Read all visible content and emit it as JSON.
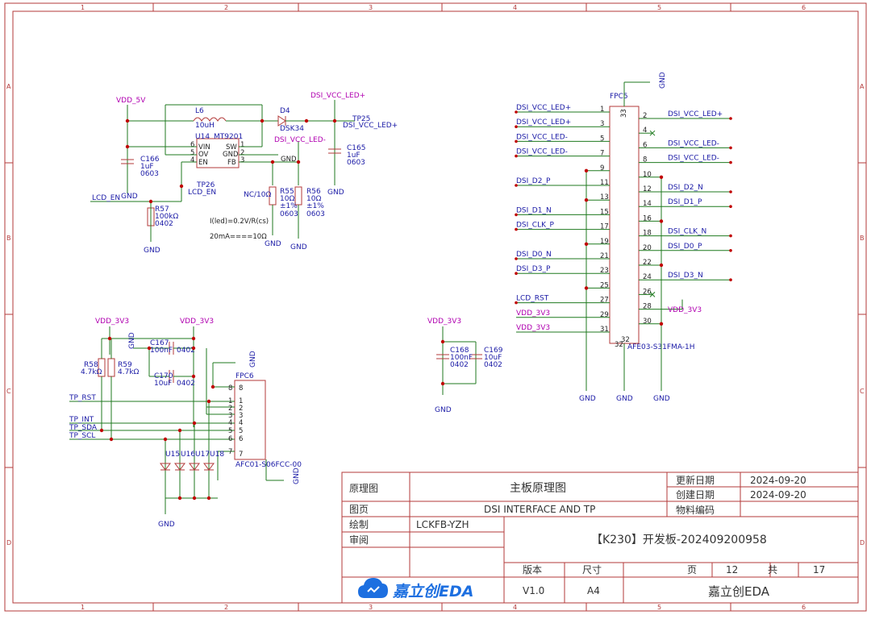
{
  "ruler": {
    "cols": [
      "1",
      "2",
      "3",
      "4",
      "5",
      "6"
    ],
    "rows": [
      "A",
      "B",
      "C",
      "D"
    ]
  },
  "power": {
    "vdd5v": "VDD_5V",
    "vdd3v3": "VDD_3V3",
    "gnd": "GND",
    "dsi_vcc_led_p": "DSI_VCC_LED+",
    "dsi_vcc_led_n": "DSI_VCC_LED-"
  },
  "led_driver": {
    "l6": "L6",
    "l6_val": "10uH",
    "d4": "D4",
    "d4_val": "DSK34",
    "u14": "U14",
    "u14_val": "MT9201",
    "pins": {
      "vin": "VIN",
      "ov": "OV",
      "en": "EN",
      "sw": "SW",
      "gnd": "GND",
      "fb": "FB",
      "p6": "6",
      "p5": "5",
      "p4": "4",
      "p1": "1",
      "p2": "2",
      "p3": "3"
    },
    "tp25": "TP25",
    "tp26": "TP26",
    "c166": "C166",
    "c166_v": "1uF",
    "c166_p": "0603",
    "c165": "C165",
    "c165_v": "1uF",
    "c165_p": "0603",
    "r57": "R57",
    "r57_v": "100kΩ",
    "r57_p": "0402",
    "r55": "R55",
    "r55_v": "10Ω",
    "r55_t": "±1%",
    "r55_p": "0603",
    "r55_nc": "NC/10Ω",
    "r56": "R56",
    "r56_v": "10Ω",
    "r56_t": "±1%",
    "r56_p": "0603",
    "lcd_en": "LCD_EN",
    "formula": "I(led)=0.2V/R(cs)",
    "formula2": "20mA====10Ω"
  },
  "fpc5": {
    "ref": "FPC5",
    "part": "AFE03-S31FMA-1H",
    "pin33": "33",
    "pin32": "32",
    "left": [
      {
        "pin": "1",
        "net": "DSI_VCC_LED+"
      },
      {
        "pin": "3",
        "net": "DSI_VCC_LED+"
      },
      {
        "pin": "5",
        "net": "DSI_VCC_LED-"
      },
      {
        "pin": "7",
        "net": "DSI_VCC_LED-"
      },
      {
        "pin": "9",
        "net": ""
      },
      {
        "pin": "11",
        "net": "DSI_D2_P"
      },
      {
        "pin": "13",
        "net": ""
      },
      {
        "pin": "15",
        "net": "DSI_D1_N"
      },
      {
        "pin": "17",
        "net": "DSI_CLK_P"
      },
      {
        "pin": "19",
        "net": ""
      },
      {
        "pin": "21",
        "net": "DSI_D0_N"
      },
      {
        "pin": "23",
        "net": "DSI_D3_P"
      },
      {
        "pin": "25",
        "net": ""
      },
      {
        "pin": "27",
        "net": "LCD_RST"
      },
      {
        "pin": "29",
        "net": "VDD_3V3"
      },
      {
        "pin": "31",
        "net": "VDD_3V3"
      }
    ],
    "right": [
      {
        "pin": "2",
        "net": "DSI_VCC_LED+"
      },
      {
        "pin": "4",
        "net": ""
      },
      {
        "pin": "6",
        "net": "DSI_VCC_LED-"
      },
      {
        "pin": "8",
        "net": "DSI_VCC_LED-"
      },
      {
        "pin": "10",
        "net": ""
      },
      {
        "pin": "12",
        "net": "DSI_D2_N"
      },
      {
        "pin": "14",
        "net": "DSI_D1_P"
      },
      {
        "pin": "16",
        "net": ""
      },
      {
        "pin": "18",
        "net": "DSI_CLK_N"
      },
      {
        "pin": "20",
        "net": "DSI_D0_P"
      },
      {
        "pin": "22",
        "net": ""
      },
      {
        "pin": "24",
        "net": "DSI_D3_N"
      },
      {
        "pin": "26",
        "net": ""
      },
      {
        "pin": "28",
        "net": "VDD_3V3"
      },
      {
        "pin": "30",
        "net": ""
      },
      {
        "pin": "32",
        "net": ""
      }
    ]
  },
  "decoup": {
    "c168": "C168",
    "c168_v": "100nF",
    "c168_p": "0402",
    "c169": "C169",
    "c169_v": "10uF",
    "c169_p": "0402"
  },
  "tp_block": {
    "fpc6": "FPC6",
    "fpc6_part": "AFC01-S06FCC-00",
    "r58": "R58",
    "r58_v": "4.7kΩ",
    "r59": "R59",
    "r59_v": "4.7kΩ",
    "c167": "C167",
    "c167_v": "100nF",
    "c167_p": "0402",
    "c170": "C170",
    "c170_v": "10uF",
    "c170_p": "0402",
    "tp_rst": "TP_RST",
    "tp_int": "TP_INT",
    "tp_sda": "TP_SDA",
    "tp_scl": "TP_SCL",
    "u15": "U15",
    "u16": "U16",
    "u17": "U17",
    "u18": "U18",
    "pins": [
      "8",
      "1",
      "2",
      "3",
      "4",
      "5",
      "6",
      "7"
    ]
  },
  "title_block": {
    "label_schematic": "原理图",
    "schematic_name": "主板原理图",
    "label_page": "图页",
    "page_name": "DSI INTERFACE AND TP",
    "label_drawn": "绘制",
    "drawn_by": "LCKFB-YZH",
    "label_review": "审阅",
    "label_update": "更新日期",
    "update_date": "2024-09-20",
    "label_create": "创建日期",
    "create_date": "2024-09-20",
    "label_part": "物料编码",
    "project": "【K230】开发板-202409200958",
    "label_version": "版本",
    "label_size": "尺寸",
    "version": "V1.0",
    "size": "A4",
    "label_page_no": "页",
    "page_no": "12",
    "label_total": "共",
    "total": "17",
    "company": "嘉立创EDA",
    "logo_text": "嘉立创EDA"
  }
}
